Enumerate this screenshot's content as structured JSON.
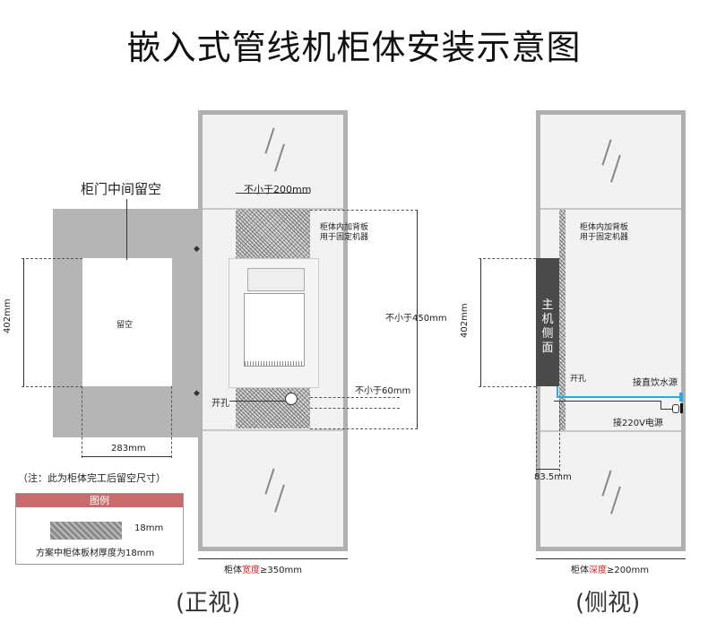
{
  "title": "嵌入式管线机柜体安装示意图",
  "front_view": {
    "caption": "(正视)",
    "door_label": "柜门中间留空",
    "opening_label": "留空",
    "opening_height": "402mm",
    "opening_width": "283mm",
    "note": "（注：此为柜体完工后留空尺寸）",
    "backboard_width": "不小于200mm",
    "backboard_note_line1": "柜体内加背板",
    "backboard_note_line2": "用于固定机器",
    "height_req": "不小于450mm",
    "hole_offset": "不小于60mm",
    "hole_label": "开孔",
    "width_prefix": "柜体",
    "width_highlight": "宽度",
    "width_suffix": "≥350mm"
  },
  "side_view": {
    "caption": "(侧视)",
    "backboard_note_line1": "柜体内加背板",
    "backboard_note_line2": "用于固定机器",
    "unit_label": "主机侧面",
    "unit_height": "402mm",
    "hole_label": "开孔",
    "water_label": "接直饮水源",
    "power_label": "接220V电源",
    "offset": "83.5mm",
    "depth_prefix": "柜体",
    "depth_highlight": "深度",
    "depth_suffix": "≥200mm"
  },
  "legend": {
    "header": "图例",
    "thickness": "18mm",
    "description": "方案中柜体板材厚度为18mm"
  },
  "colors": {
    "legend_header": "#c96b6b",
    "highlight": "#e02020",
    "water_pipe": "#2aa8e8",
    "cabinet_frame": "#b0b0b0",
    "door": "#b5b5b5",
    "unit_side": "#4a4a4a"
  }
}
